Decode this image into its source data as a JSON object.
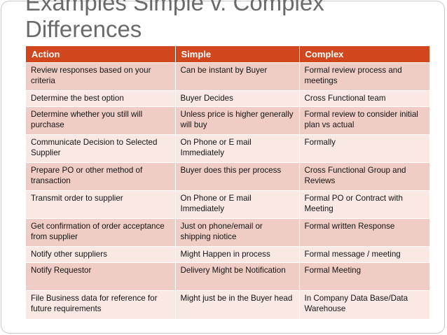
{
  "slide": {
    "title_line1": "Examples Simple v. Complex",
    "title_line2": "Differences"
  },
  "colors": {
    "header_bg": "#d2461d",
    "row_odd_bg": "#efcdc4",
    "row_even_bg": "#f9e8e4"
  },
  "table": {
    "headers": [
      "Action",
      "Simple",
      "Complex"
    ],
    "rows": [
      [
        "Review responses based on your criteria",
        "Can be instant by Buyer",
        "Formal review process and meetings"
      ],
      [
        "Determine the best option",
        "Buyer Decides",
        "Cross Functional team"
      ],
      [
        "Determine whether you still will purchase",
        "Unless price is higher generally will buy",
        "Formal review to consider initial plan vs actual"
      ],
      [
        "Communicate Decision to Selected Supplier",
        "On Phone or E mail Immediately",
        "Formally"
      ],
      [
        "Prepare PO or other method of transaction",
        "Buyer does this per process",
        "Cross Functional Group and Reviews"
      ],
      [
        "Transmit order to supplier",
        "On Phone or E mail Immediately",
        "Formal PO or Contract with Meeting"
      ],
      [
        "Get confirmation of order acceptance from supplier",
        "Just on phone/email or shipping niotice",
        "Formal written Response"
      ],
      [
        "Notify other suppliers",
        "Might Happen in process",
        "Formal message / meeting"
      ],
      [
        "Notify Requestor",
        "Delivery Might be Notification",
        "Formal Meeting"
      ],
      [
        "File Business data for reference for future requirements",
        "Might just be in the Buyer head",
        "In Company Data Base/Data Warehouse"
      ]
    ]
  }
}
